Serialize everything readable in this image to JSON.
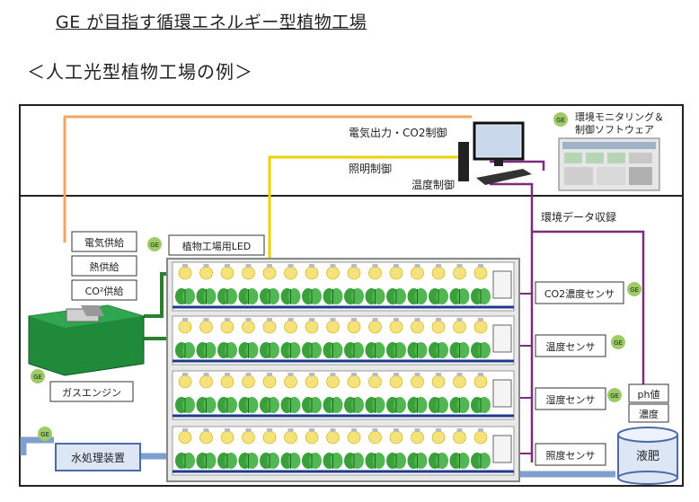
{
  "header": {
    "title": "GE が目指す循環エネルギー型植物工場",
    "subtitle": "＜人工光型植物工場の例＞"
  },
  "labels": {
    "power_co2": "電気出力・CO2制御",
    "lighting": "照明制御",
    "temp_control": "温度制御",
    "monitoring_line1": "環境モニタリング＆",
    "monitoring_line2": "制御ソフトウェア",
    "env_data": "環境データ収録",
    "electric_supply": "電気供給",
    "heat_supply": "熱供給",
    "co2_supply": "CO²供給",
    "led": "植物工場用LED",
    "gas_engine": "ガスエンジン",
    "water_treatment": "水処理装置",
    "co2_sensor": "CO2濃度センサ",
    "temp_sensor": "温度センサ",
    "humidity_sensor": "湿度センサ",
    "light_sensor": "照度センサ",
    "ph": "ph値",
    "concentration": "濃度",
    "fertilizer": "液肥",
    "ge_logo": "GE"
  },
  "colors": {
    "orange_line": "#f4a460",
    "yellow_line": "#f0d000",
    "purple_line": "#7b2d7b",
    "green_line": "#2e7d32",
    "blue_line": "#7f9fcf",
    "engine_green": "#1f8a3a",
    "led_yellow": "#f5e27a",
    "plant_green": "#3aa03a",
    "shelf_blue": "#1e3a8a"
  },
  "icons": [
    "ge-logo-icon",
    "computer-icon",
    "monitoring-screen-icon",
    "gas-engine-icon",
    "led-bulb-icon",
    "lettuce-icon",
    "tank-icon"
  ]
}
